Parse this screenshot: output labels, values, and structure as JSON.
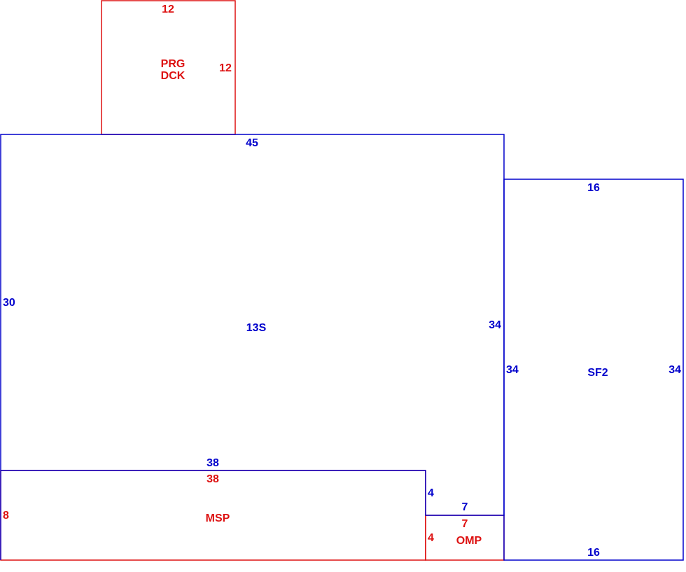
{
  "colors": {
    "living_area": "#0000cc",
    "porch_deck": "#dd1111"
  },
  "areas": {
    "prg_dck": {
      "code_line1": "PRG",
      "code_line2": "DCK",
      "dim_top": "12",
      "dim_right": "12"
    },
    "main_13s": {
      "code": "13S",
      "dim_top": "45",
      "dim_left": "30",
      "dim_right": "34",
      "dim_bottom_msp": "38",
      "dim_step": "4",
      "dim_bottom_omp": "7"
    },
    "sf2": {
      "code": "SF2",
      "dim_top": "16",
      "dim_left": "34",
      "dim_right": "34",
      "dim_bottom": "16"
    },
    "msp": {
      "code": "MSP",
      "dim_top": "38",
      "dim_left": "8"
    },
    "omp": {
      "code": "OMP",
      "dim_top": "7",
      "dim_left": "4"
    }
  }
}
